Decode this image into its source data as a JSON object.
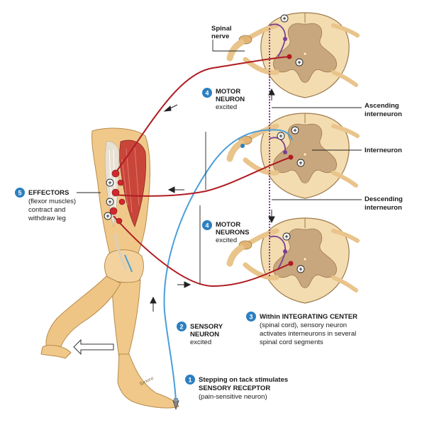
{
  "labels": {
    "spinal_nerve": [
      "Spinal",
      "nerve"
    ],
    "ascending": [
      "Ascending",
      "interneuron"
    ],
    "interneuron": "Interneuron",
    "descending": [
      "Descending",
      "interneuron"
    ],
    "motor_neuron": [
      "MOTOR",
      "NEURON",
      "excited"
    ],
    "motor_neurons": [
      "MOTOR",
      "NEURONS",
      "excited"
    ],
    "effectors": [
      "EFFECTORS",
      "(flexor muscles)",
      "contract and",
      "withdraw leg"
    ],
    "sensory": [
      "SENSORY",
      "NEURON",
      "excited"
    ],
    "integrating": [
      "Within INTEGRATING CENTER",
      "(spinal cord), sensory neuron",
      "activates interneurons in several",
      "spinal cord segments"
    ],
    "stepping": [
      "Stepping on tack stimulates",
      "SENSORY RECEPTOR",
      "(pain-sensitive neuron)"
    ]
  },
  "step_numbers": {
    "stepping": "1",
    "sensory": "2",
    "integrating": "3",
    "motor_neuron": "4",
    "motor_neurons": "4",
    "effectors": "5"
  },
  "signs": {
    "plus": "+"
  },
  "artist_signature": "Tortora",
  "colors": {
    "number_badge": "#2b7fc1",
    "sensory_neuron": "#4a9fd8",
    "motor_neuron": "#b01c22",
    "interneuron": "#7a3f94",
    "gray_matter": "#c9a77e",
    "white_matter": "#f3dcb0",
    "muscle": "#c9453a",
    "skin": "#f0c98a"
  }
}
